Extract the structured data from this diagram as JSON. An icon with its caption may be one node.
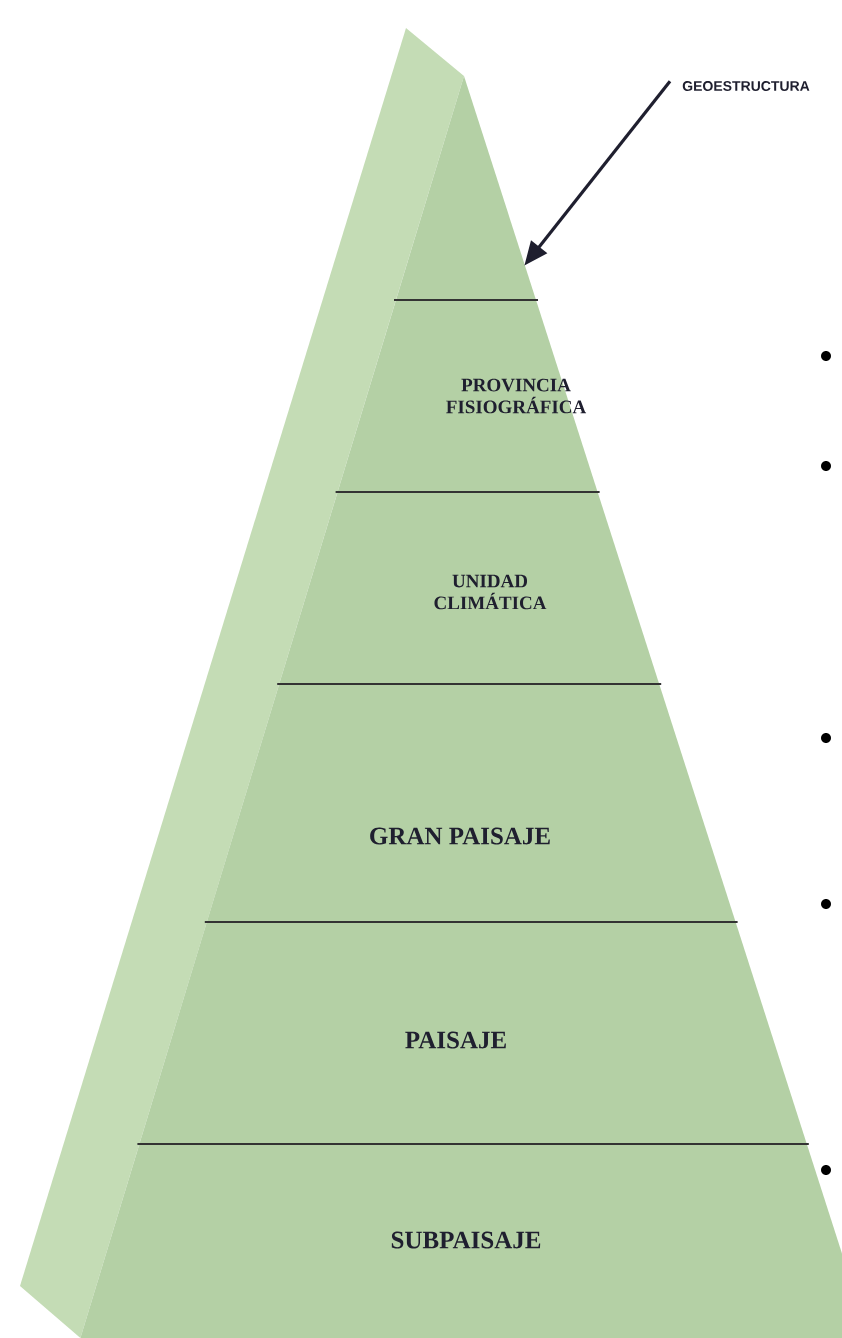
{
  "diagram": {
    "nodes": [
      {
        "text": [
          "GEOESTRUCTURA"
        ]
      },
      {
        "text": [],
        "shape": "triangle"
      },
      {
        "text": [
          "PROVINCIA FISIOGRÁFICA"
        ]
      },
      {
        "text": [
          "UNIDAD CLIMÁTICA"
        ]
      },
      {
        "text": [
          "GRAN PAISAJE"
        ]
      },
      {
        "text": [
          "PAISAJE"
        ]
      },
      {
        "text": [
          "SUBPAISAJE"
        ]
      }
    ],
    "edges": [
      {
        "from": 0,
        "to": 1,
        "arrow": "to"
      }
    ]
  }
}
